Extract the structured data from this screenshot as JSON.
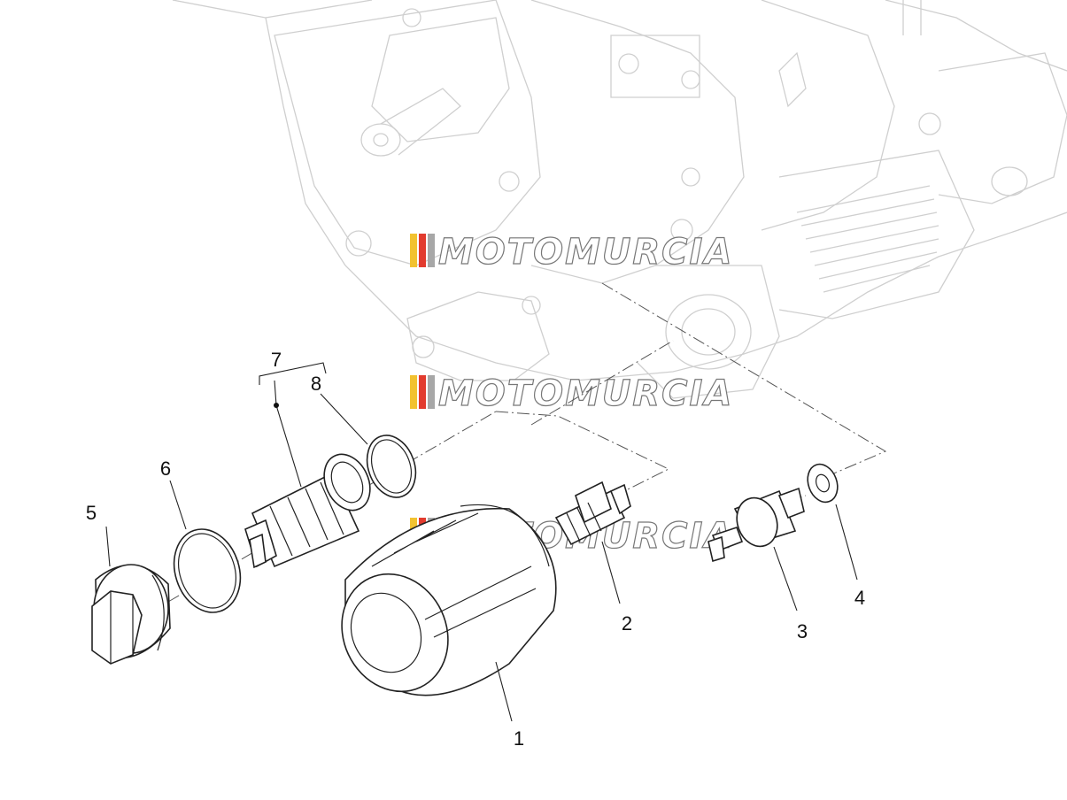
{
  "watermark": {
    "text": "MOTOMURCIA",
    "stripe_colors": [
      "#f2c230",
      "#e23b2e",
      "#a7a7a7"
    ]
  },
  "callouts": [
    {
      "id": "1",
      "label": "1"
    },
    {
      "id": "2",
      "label": "2"
    },
    {
      "id": "3",
      "label": "3"
    },
    {
      "id": "4",
      "label": "4"
    },
    {
      "id": "5",
      "label": "5"
    },
    {
      "id": "6",
      "label": "6"
    },
    {
      "id": "7",
      "label": "7"
    },
    {
      "id": "8",
      "label": "8"
    }
  ],
  "parts": [
    {
      "callout": "1",
      "name": "oil-filter-cartridge"
    },
    {
      "callout": "2",
      "name": "oil-filter-nipple"
    },
    {
      "callout": "3",
      "name": "oil-pressure-sensor"
    },
    {
      "callout": "4",
      "name": "sealing-washer"
    },
    {
      "callout": "5",
      "name": "drain-plug"
    },
    {
      "callout": "6",
      "name": "o-ring"
    },
    {
      "callout": "7",
      "name": "mesh-strainer"
    },
    {
      "callout": "8",
      "name": "o-ring"
    }
  ]
}
